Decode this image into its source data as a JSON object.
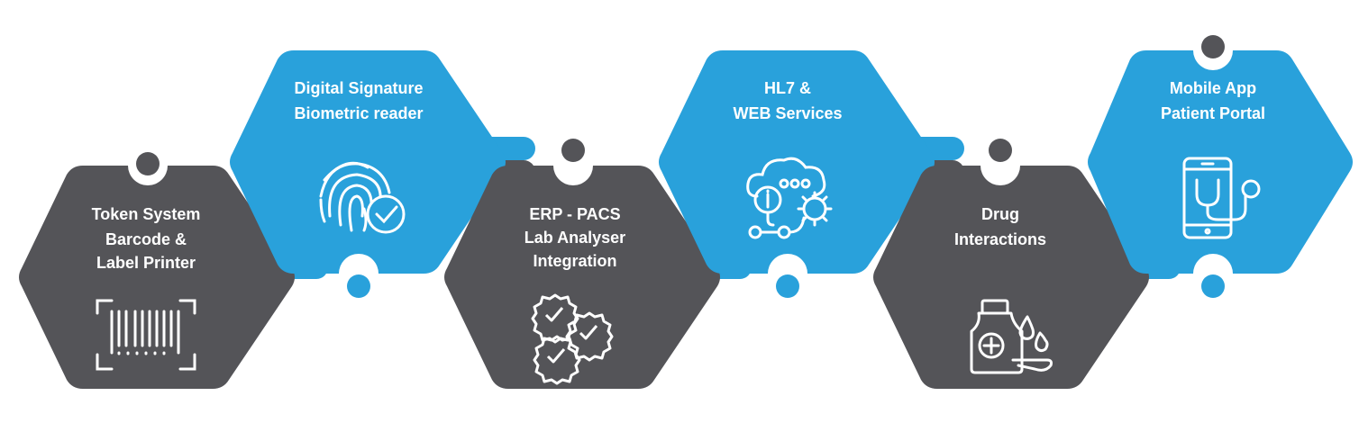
{
  "colors": {
    "dark": "#545458",
    "blue": "#29a1db",
    "white": "#ffffff"
  },
  "nodes": [
    {
      "id": "token",
      "color": "dark",
      "icon": "barcode-icon",
      "lines": [
        "Token System",
        "Barcode &",
        "Label Printer"
      ]
    },
    {
      "id": "signature",
      "color": "blue",
      "icon": "fingerprint-icon",
      "lines": [
        "Digital Signature",
        "Biometric reader"
      ]
    },
    {
      "id": "erp",
      "color": "dark",
      "icon": "gears-icon",
      "lines": [
        "ERP - PACS",
        "Lab Analyser",
        "Integration"
      ]
    },
    {
      "id": "hl7",
      "color": "blue",
      "icon": "cloud-network-icon",
      "lines": [
        "HL7 &",
        "WEB Services"
      ]
    },
    {
      "id": "drug",
      "color": "dark",
      "icon": "medicine-bottle-icon",
      "lines": [
        "Drug",
        "Interactions"
      ]
    },
    {
      "id": "mobile",
      "color": "blue",
      "icon": "mobile-stethoscope-icon",
      "lines": [
        "Mobile App",
        "Patient Portal"
      ]
    }
  ]
}
